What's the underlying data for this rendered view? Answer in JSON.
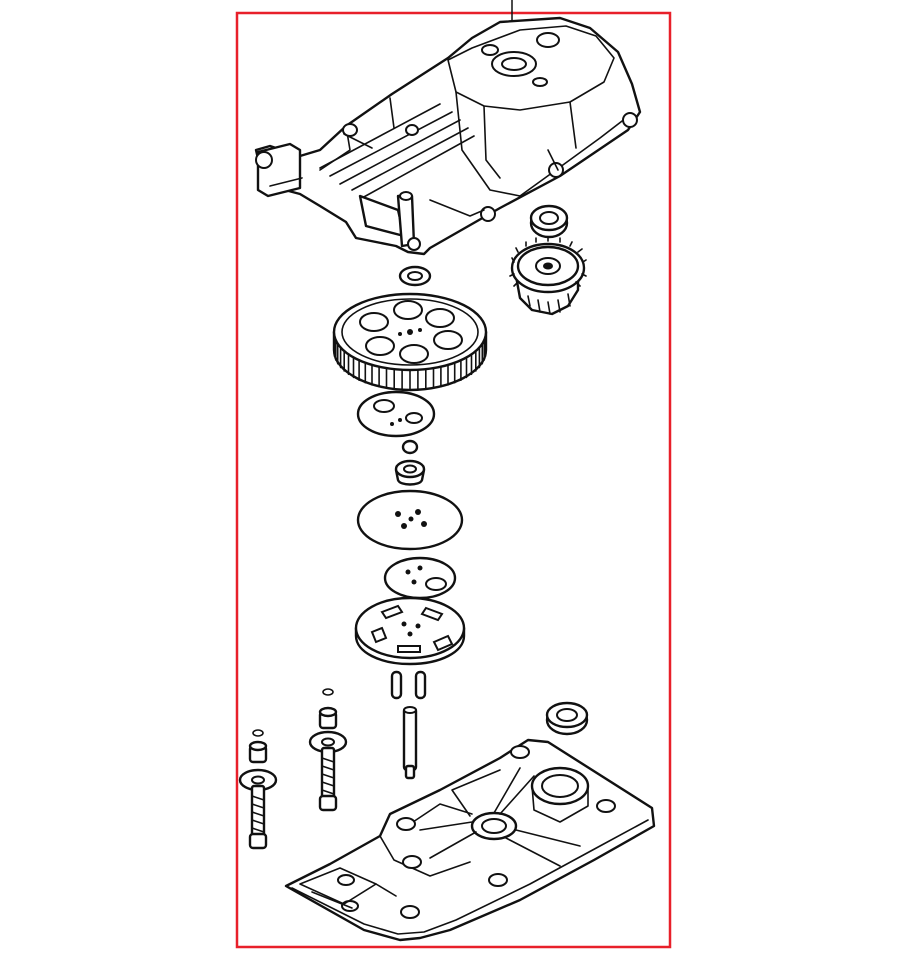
{
  "diagram": {
    "type": "exploded-parts-view",
    "frame_color": "#e8202a",
    "line_color": "#111111",
    "background": "#ffffff",
    "parts": [
      "housing-cover",
      "shaft-bearing-top",
      "pinion-gear",
      "washer-small",
      "main-gear",
      "cam-plate",
      "ball",
      "bushing",
      "gasket-disc",
      "cam-disc",
      "eccentric-plate",
      "dowel-pin-left",
      "dowel-pin-right",
      "long-pin",
      "bearing-bottom",
      "screw-left",
      "screw-middle",
      "base-housing"
    ]
  }
}
